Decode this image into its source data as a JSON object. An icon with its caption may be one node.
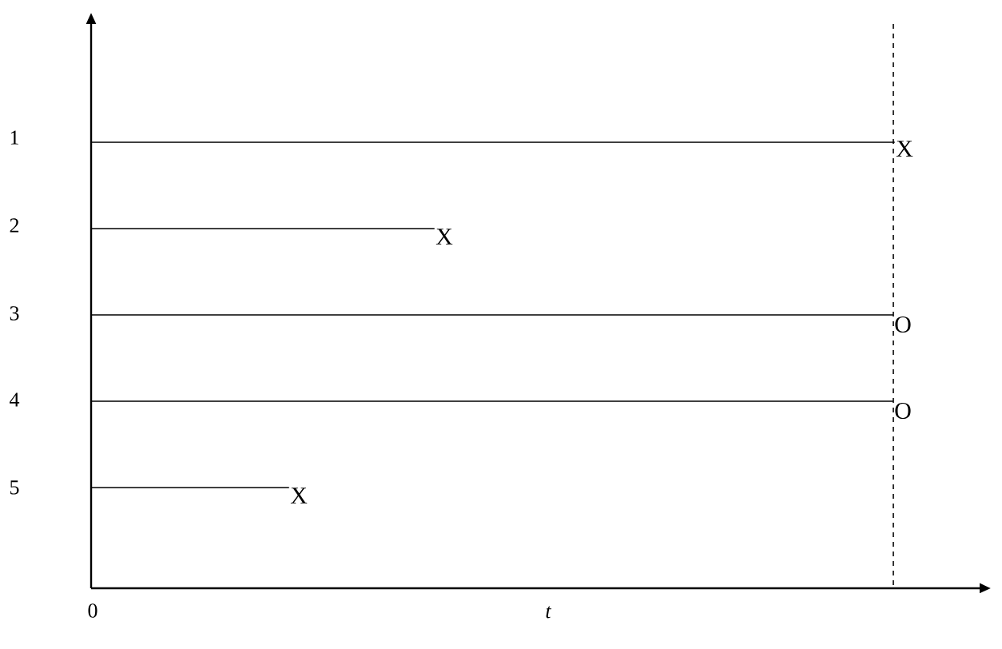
{
  "diagram": {
    "nodes": [
      {
        "text": [
          "X"
        ]
      },
      {
        "text": [
          "X"
        ]
      },
      {
        "text": [
          "O"
        ]
      },
      {
        "text": [
          "O"
        ]
      },
      {
        "text": [
          "X"
        ]
      }
    ],
    "edges": [
      {
        "from": null,
        "to": 0,
        "arrow": "none"
      },
      {
        "from": null,
        "to": 1,
        "arrow": "none"
      },
      {
        "from": null,
        "to": 2,
        "arrow": "none"
      },
      {
        "from": null,
        "to": 3,
        "arrow": "none"
      },
      {
        "from": null,
        "to": 4,
        "arrow": "none"
      }
    ],
    "labels": [
      "1",
      "2",
      "3",
      "4",
      "5",
      "0",
      "t"
    ]
  }
}
